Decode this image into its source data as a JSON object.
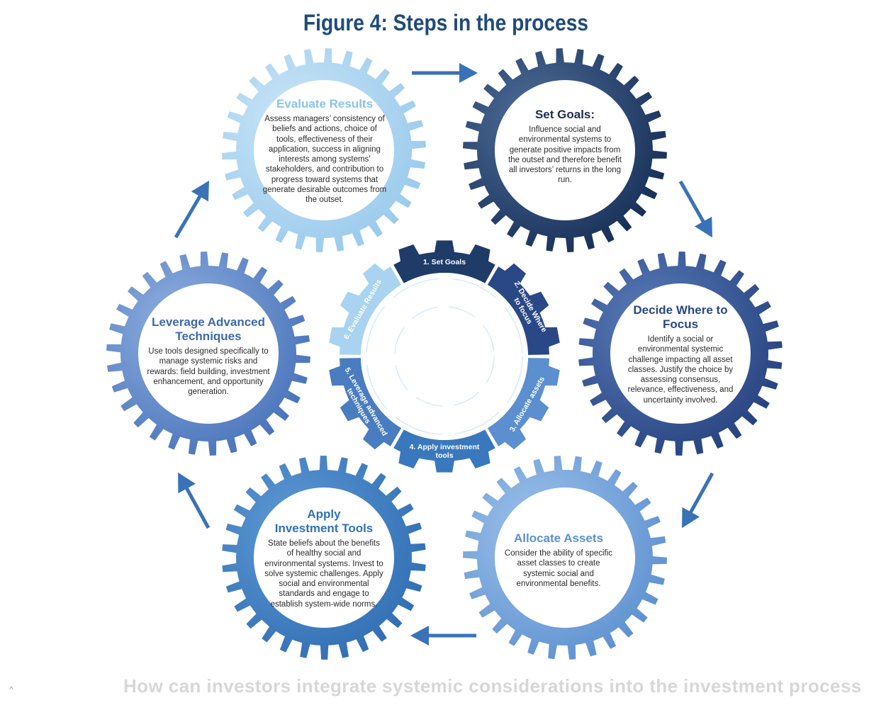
{
  "title": "Figure 4: Steps in the process",
  "footer": "How can investors integrate systemic considerations into the investment process",
  "caret": "^",
  "colors": {
    "title": "#1f4b7a",
    "set_goals": "#1d3a66",
    "decide": "#2c4a88",
    "allocate": "#6a9ad4",
    "apply": "#3a78bd",
    "leverage": "#4c7ec2",
    "evaluate": "#a9d3f0",
    "arrow": "#3a72b8"
  },
  "gears": [
    {
      "id": "set-goals",
      "title": "Set Goals:",
      "body": "Influence social and environmental systems to generate positive impacts from the outset and therefore benefit all investors’ returns in the long run."
    },
    {
      "id": "decide-where",
      "title": "Decide Where to Focus",
      "body": "Identify a social or environmental systemic challenge impacting all asset classes. Justify the choice by assessing consensus, relevance, effectiveness, and uncertainty involved."
    },
    {
      "id": "allocate-assets",
      "title": "Allocate Assets",
      "body": "Consider the ability of specific asset classes to create systemic social and environmental benefits."
    },
    {
      "id": "apply-tools",
      "title": "Apply Investment Tools",
      "body": "State beliefs about the benefits of healthy social and environmental systems. Invest to solve systemic challenges. Apply social and environmental standards and engage to establish system-wide norms."
    },
    {
      "id": "leverage",
      "title": "Leverage Advanced Techniques",
      "body": "Use tools designed specifically to manage systemic risks and rewards: field building, investment enhancement, and opportunity generation."
    },
    {
      "id": "evaluate",
      "title": "Evaluate Results",
      "body": "Assess managers’ consistency of beliefs and actions, choice of tools, effectiveness of their application, success in aligning interests among systems’ stakeholders, and contribution to progress toward systems that generate desirable outcomes from the outset."
    }
  ],
  "ring_steps": [
    {
      "label": "1. Set Goals"
    },
    {
      "label": "2. Decide Where to focus"
    },
    {
      "label": "3. Allocate assets"
    },
    {
      "label": "4. Apply investment tools"
    },
    {
      "label": "5. Leverage advanced techniques"
    },
    {
      "label": "6. Evaluate Results"
    }
  ]
}
